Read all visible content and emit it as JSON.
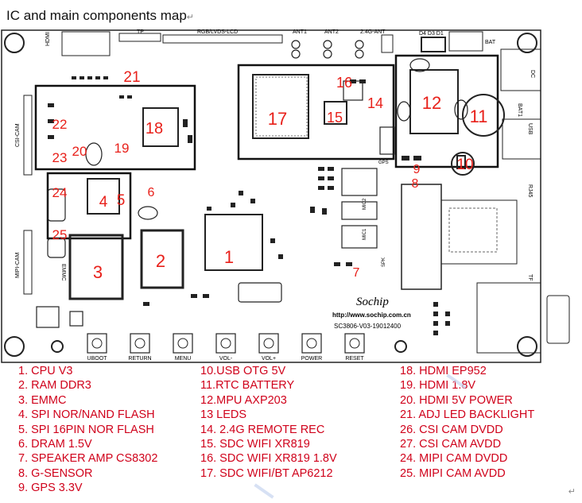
{
  "title": "IC and main components map",
  "paragraph_mark": "↵",
  "board": {
    "connectors": {
      "hdmi": "HDMI",
      "tp": "TP",
      "rgb_lvds_lcd": "RGB/LVDS-LCD",
      "ant1": "ANT1",
      "ant2": "ANT2",
      "ant_2_4g": "2.4G-ANT",
      "bat": "BAT",
      "dc": "DC",
      "bat1": "BAT1",
      "usb": "USB",
      "csi_cam": "CSI-CAM",
      "mipi_cam": "MIPI-CAM",
      "rj45": "RJ45",
      "tf": "TF",
      "emmc": "EMMC",
      "gps": "GPS",
      "mic2": "MIC2",
      "mic1": "MIC1",
      "spk": "SPK",
      "led_labels": "D4 D3 D1"
    },
    "brand": "Sochip",
    "url": "http://www.sochip.com.cn",
    "model": "SC3806-V03-19012400",
    "buttons": [
      "UBOOT",
      "RETURN",
      "MENU",
      "VOL-",
      "VOL+",
      "POWER",
      "RESET"
    ],
    "callouts": [
      "1",
      "2",
      "3",
      "4",
      "5",
      "6",
      "7",
      "8",
      "9",
      "10",
      "11",
      "12",
      "14",
      "15",
      "16",
      "17",
      "18",
      "19",
      "20",
      "21",
      "22",
      "23",
      "24",
      "25"
    ]
  },
  "legend": {
    "col1": [
      "1. CPU V3",
      "2. RAM DDR3",
      "3. EMMC",
      "4. SPI NOR/NAND FLASH",
      "5. SPI 16PIN NOR FLASH",
      "6. DRAM 1.5V",
      "7. SPEAKER AMP CS8302",
      "8. G-SENSOR",
      "9. GPS 3.3V"
    ],
    "col2": [
      "10.USB OTG 5V",
      "11.RTC BATTERY",
      "12.MPU AXP203",
      "13 LEDS",
      "14. 2.4G REMOTE REC",
      "15. SDC WIFI XR819",
      "16. SDC WIFI XR819 1.8V",
      "17. SDC WIFI/BT AP6212"
    ],
    "col3": [
      "18. HDMI EP952",
      "19. HDMI 1.8V",
      "20. HDMI 5V POWER",
      "21. ADJ LED BACKLIGHT",
      "26. CSI CAM DVDD",
      "27. CSI CAM AVDD",
      "24. MIPI CAM DVDD",
      "25. MIPI CAM AVDD"
    ]
  }
}
